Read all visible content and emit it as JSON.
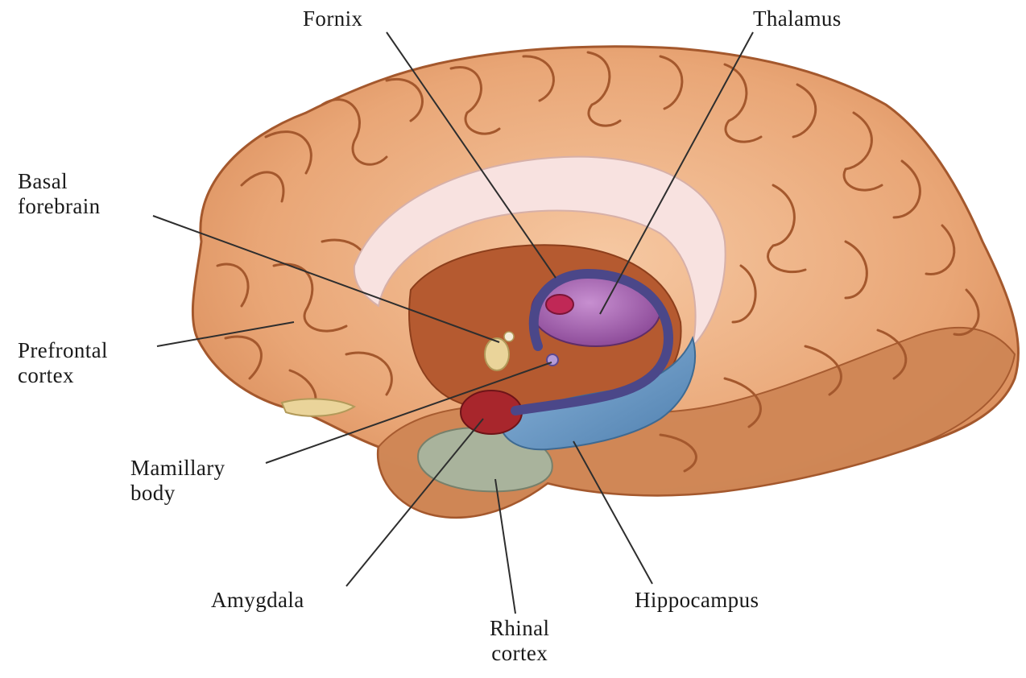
{
  "labels": {
    "fornix": "Fornix",
    "thalamus": "Thalamus",
    "basal_forebrain": [
      "Basal",
      "forebrain"
    ],
    "prefrontal_cortex": [
      "Prefrontal",
      "cortex"
    ],
    "mamillary_body": [
      "Mamillary",
      "body"
    ],
    "amygdala": "Amygdala",
    "rhinal_cortex": [
      "Rhinal",
      "cortex"
    ],
    "hippocampus": "Hippocampus"
  },
  "colors": {
    "cortex": "#e8a778",
    "cortex_dark": "#c97a4a",
    "cortex_light": "#f4c7a6",
    "corpus_callosum": "#f8e0e0",
    "midbrain": "#b85c32",
    "thalamus": "#a463b0",
    "fornix": "#4e4a8a",
    "hippocampus": "#6a98c4",
    "amygdala": "#a8262c",
    "rhinal_cortex": "#a8b29a",
    "basal_forebrain": "#ead49a",
    "leader": "#333333"
  }
}
